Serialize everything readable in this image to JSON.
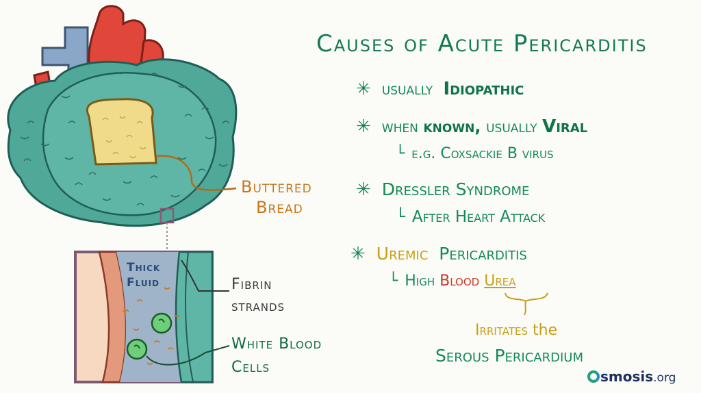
{
  "title": "Causes of Acute Pericarditis",
  "bullets": {
    "b1": {
      "star": "✳",
      "pre": "usually",
      "key": "Idiopathic"
    },
    "b2": {
      "star": "✳",
      "pre": "when",
      "known": "known,",
      "mid": "usually",
      "key": "Viral"
    },
    "b2_sub": {
      "hook": "└",
      "text": "e.g. Coxsackie B virus"
    },
    "b3": {
      "star": "✳",
      "key": "Dressler Syndrome"
    },
    "b3_sub": {
      "hook": "└",
      "text": "After Heart Attack"
    },
    "b4": {
      "star": "✳",
      "k1": "Uremic",
      "k2": "Pericarditis"
    },
    "b4_sub": {
      "hook": "└",
      "high": "High",
      "blood": "Blood",
      "urea": "Urea"
    },
    "irritates": {
      "pre": "Irritates",
      "the": "the"
    },
    "serous": "Serous Pericardium"
  },
  "labels": {
    "bread_line1": "Buttered",
    "bread_line2": "Bread",
    "thick_line1": "Thick",
    "thick_line2": "Fluid",
    "fibrin_line1": "Fibrin",
    "fibrin_line2": "strands",
    "wbc_line1": "White Blood",
    "wbc_line2": "Cells"
  },
  "logo": {
    "name": "smosis",
    "org": ".org"
  },
  "colors": {
    "title": "#137a4f",
    "heart_red": "#e0463a",
    "vessel_blue": "#7f9fc4",
    "pericardium": "#4fa898",
    "bread": "#efdb8a",
    "fluid": "#9fb4c8",
    "wbc": "#6ecf7a"
  }
}
